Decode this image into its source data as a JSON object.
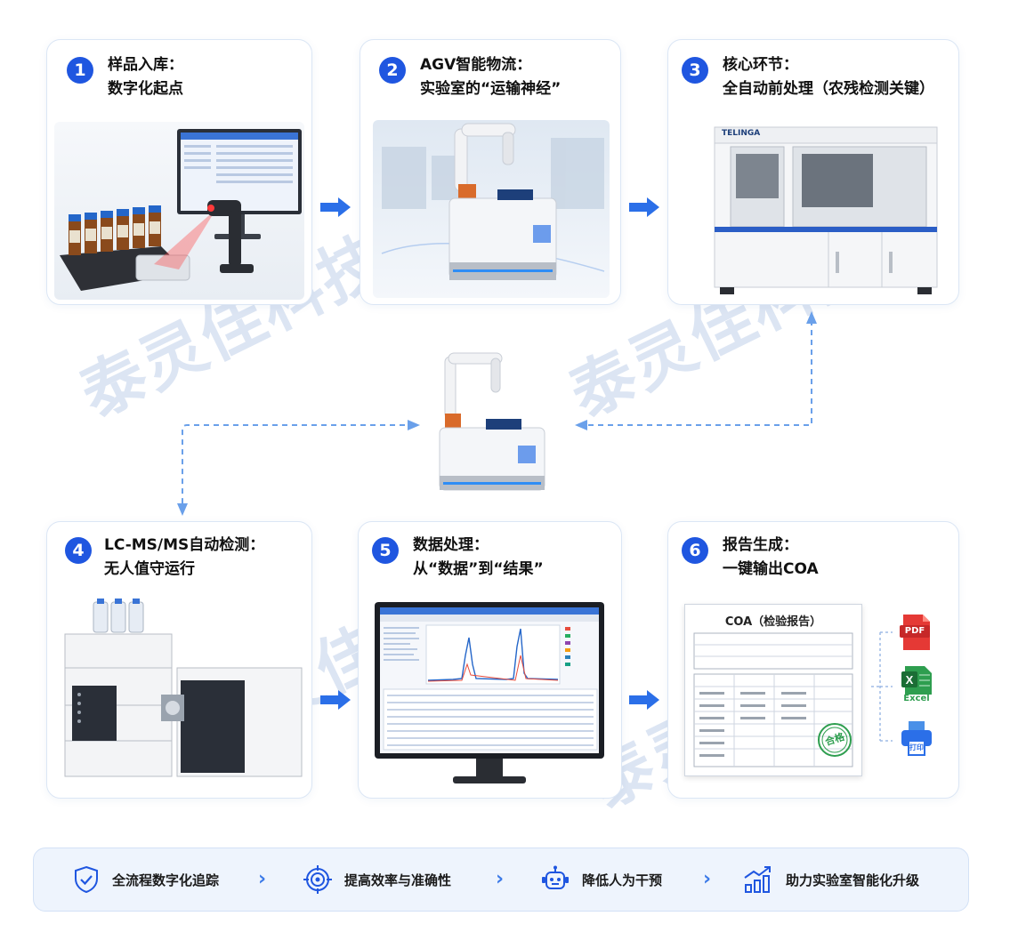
{
  "steps": [
    {
      "num": "1",
      "line1": "样品入库：",
      "line2": "数字化起点"
    },
    {
      "num": "2",
      "line1": "AGV智能物流：",
      "line2": "实验室的“运输神经”"
    },
    {
      "num": "3",
      "line1": "核心环节：",
      "line2": "全自动前处理（农残检测关键）"
    },
    {
      "num": "4",
      "line1": "LC-MS/MS自动检测：",
      "line2": "无人值守运行"
    },
    {
      "num": "5",
      "line1": "数据处理：",
      "line2": "从“数据”到“结果”"
    },
    {
      "num": "6",
      "line1": "报告生成：",
      "line2": "一键输出COA"
    }
  ],
  "equipment": {
    "brand": "TELINGA"
  },
  "report": {
    "title": "COA（检验报告）",
    "stamp": "合格",
    "outputs": [
      "PDF",
      "Excel",
      "打印"
    ]
  },
  "bottom_bar": {
    "items": [
      {
        "label": "全流程数字化追踪",
        "icon": "shield-check-icon"
      },
      {
        "label": "提高效率与准确性",
        "icon": "target-icon"
      },
      {
        "label": "降低人为干预",
        "icon": "robot-icon"
      },
      {
        "label": "助力实验室智能化升级",
        "icon": "growth-chart-icon"
      }
    ],
    "separator": "›"
  },
  "watermark": "泰灵佳科技",
  "colors": {
    "accent": "#1f56e0",
    "arrow": "#2b6fe8",
    "dashed": "#6aa0ea",
    "card_border": "#dbe6f5"
  }
}
